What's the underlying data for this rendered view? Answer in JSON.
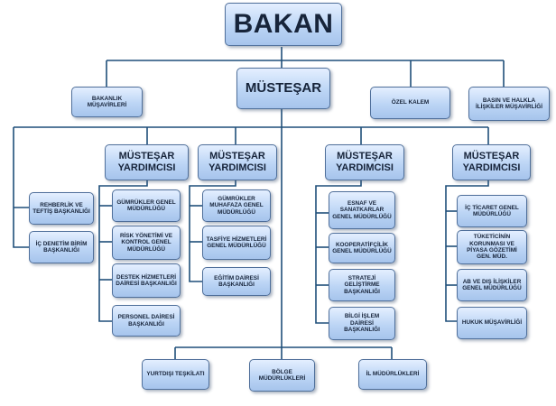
{
  "nodes": {
    "bakan": "BAKAN",
    "mustesar": "MÜSTEŞAR",
    "bakanlik_musavirleri": "BAKANLIK MÜŞAVİRLERİ",
    "ozel_kalem": "ÖZEL KALEM",
    "basin_musavirligi": "BASIN VE HALKLA İLİŞKİLER MÜŞAVİRLİĞİ",
    "rehberlik": "REHBERLİK VE TEFTİŞ BAŞKANLIĞI",
    "ic_denetim": "İÇ DENETİM BİRİM BAŞKANLIĞI",
    "yardimci_1": "MÜSTEŞAR YARDIMCISI",
    "yardimci_2": "MÜSTEŞAR YARDIMCISI",
    "yardimci_3": "MÜSTEŞAR YARDIMCISI",
    "yardimci_4": "MÜSTEŞAR YARDIMCISI",
    "gumrukler": "GÜMRÜKLER GENEL MÜDÜRLÜĞÜ",
    "risk": "RİSK YÖNETİMİ VE KONTROL GENEL MÜDÜRLÜĞÜ",
    "destek": "DESTEK HİZMETLERİ DAİRESİ BAŞKANLIĞI",
    "personel": "PERSONEL DAİRESİ BAŞKANLIĞI",
    "muhafaza": "GÜMRÜKLER MUHAFAZA GENEL MÜDÜRLÜĞÜ",
    "tasfiye": "TASFİYE HİZMETLERİ GENEL MÜDÜRLÜĞÜ",
    "egitim": "EĞİTİM DAİRESİ BAŞKANLIĞI",
    "esnaf": "ESNAF VE SANATKARLAR GENEL MÜDÜRLÜĞÜ",
    "kooperatifcilik": "KOOPERATİFÇİLİK GENEL MÜDÜRLÜĞÜ",
    "strateji": "STRATEJİ GELİŞTİRME BAŞKANLIĞI",
    "bilgi_islem": "BİLGİ İŞLEM DAİRESİ BAŞKANLIĞI",
    "ic_ticaret": "İÇ TİCARET GENEL MÜDÜRLÜĞÜ",
    "tuketici": "TÜKETİCİNİN KORUNMASI VE PİYASA GÖZETİMİ GEN. MÜD.",
    "ab": "AB VE DIŞ İLİŞKİLER GENEL MÜDÜRLÜĞÜ",
    "hukuk": "HUKUK MÜŞAVİRLİĞİ",
    "yurtdisi": "YURTDIŞI TEŞKİLATI",
    "bolge": "BÖLGE MÜDÜRLÜKLERİ",
    "il": "İL MÜDÜRLÜKLERİ"
  },
  "colors": {
    "box_top": "#e4efff",
    "box_bottom": "#a6c4ec",
    "border": "#4f6f9a",
    "line": "#1f4f7a",
    "text": "#17243a"
  }
}
